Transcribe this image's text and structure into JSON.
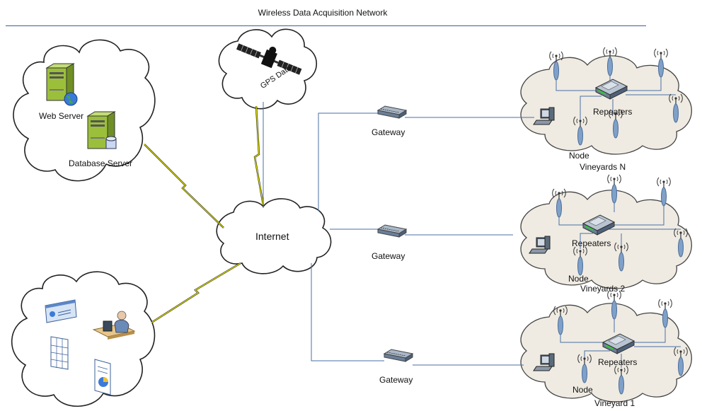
{
  "title": "Wireless Data Acquisition Network",
  "labels": {
    "web_server": "Web Server",
    "database_server": "Database Server",
    "gps_data": "GPS Data",
    "internet": "Internet",
    "gateway_n": "Gateway",
    "gateway_2": "Gateway",
    "gateway_1": "Gateway",
    "repeaters_n": "Repeaters",
    "repeaters_2": "Repeaters",
    "repeaters_1": "Repeaters",
    "node_n": "Node",
    "node_2": "Node",
    "node_1": "Node",
    "vineyard_n": "Vineyards N",
    "vineyard_2": "Vineyards 2",
    "vineyard_1": "Vineyard 1"
  },
  "colors": {
    "title_rule": "#3b5f9a",
    "line": "#4a6fa5",
    "lightning": "#e8e800",
    "server_body": "#9bbf3a",
    "cloud_fill": "#efebe2"
  },
  "icons": [
    "server-icon",
    "database-icon",
    "globe-icon",
    "satellite-icon",
    "gateway-icon",
    "repeater-icon",
    "antenna-icon",
    "computer-icon",
    "dashboard-icon",
    "spreadsheet-icon",
    "report-icon",
    "user-at-desk-icon"
  ]
}
